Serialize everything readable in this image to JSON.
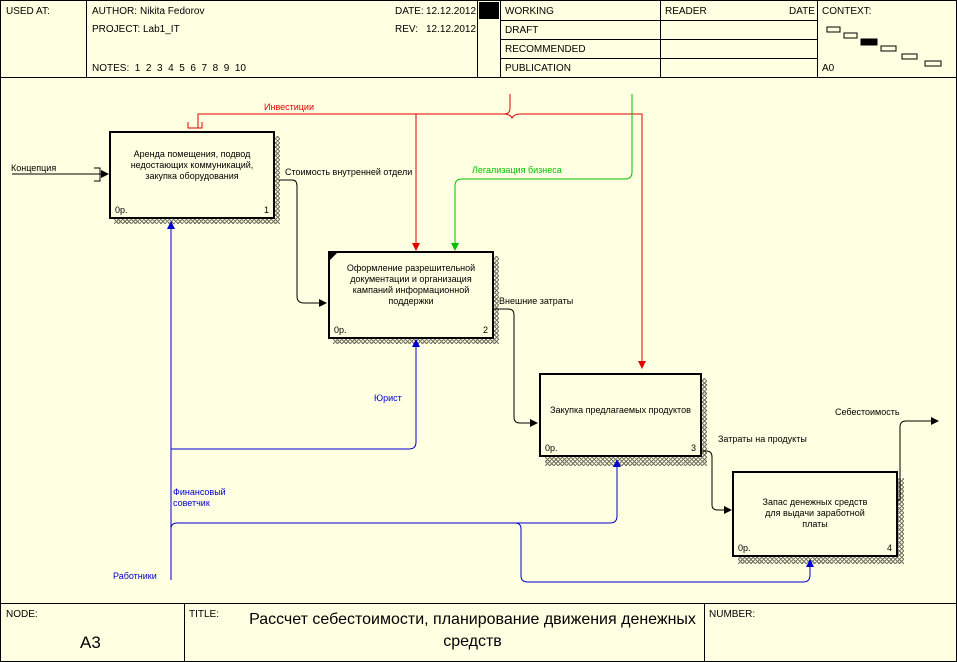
{
  "header": {
    "used_at": "USED AT:",
    "author_label": "AUTHOR:",
    "author": "Nikita Fedorov",
    "project_label": "PROJECT:",
    "project": "Lab1_IT",
    "date_label": "DATE:",
    "date": "12.12.2012",
    "rev_label": "REV:",
    "rev": "12.12.2012",
    "notes": "NOTES:  1  2  3  4  5  6  7  8  9  10",
    "status": [
      "WORKING",
      "DRAFT",
      "RECOMMENDED",
      "PUBLICATION"
    ],
    "reader_label": "READER",
    "reader_date_label": "DATE",
    "context_label": "CONTEXT:",
    "context_node": "A0"
  },
  "boxes": [
    {
      "text": "Аренда помещения, подвод недостающих коммуникаций, закупка оборудования",
      "cost": "0р.",
      "num": "1"
    },
    {
      "text": "Оформление разрешительной документации и организация кампаний информационной поддержки",
      "cost": "0р.",
      "num": "2"
    },
    {
      "text": "Закупка предлагаемых продуктов",
      "cost": "0р.",
      "num": "3"
    },
    {
      "text": "Запас денежных средств для выдачи заработной платы",
      "cost": "0р.",
      "num": "4"
    }
  ],
  "arrows": {
    "investicii": "Инвестиции",
    "koncepciya": "Концепция",
    "stoimost": "Стоимость внутренней отдели",
    "legalizaciya": "Легализация бизнеса",
    "vneshnie": "Внешние затраты",
    "yurist": "Юрист",
    "zatraty": "Затраты на продукты",
    "sebestoimost": "Себестоимость",
    "finansovy": "Финансовый советчик",
    "rabotniki": "Работники"
  },
  "footer": {
    "node_label": "NODE:",
    "node": "A3",
    "title_label": "TITLE:",
    "title": "Рассчет себестоимости, планирование движения денежных средств",
    "number_label": "NUMBER:"
  },
  "colors": {
    "control": "#e00000",
    "green": "#00c000",
    "mechanism": "#0000d0",
    "background": "#ffffe1"
  }
}
